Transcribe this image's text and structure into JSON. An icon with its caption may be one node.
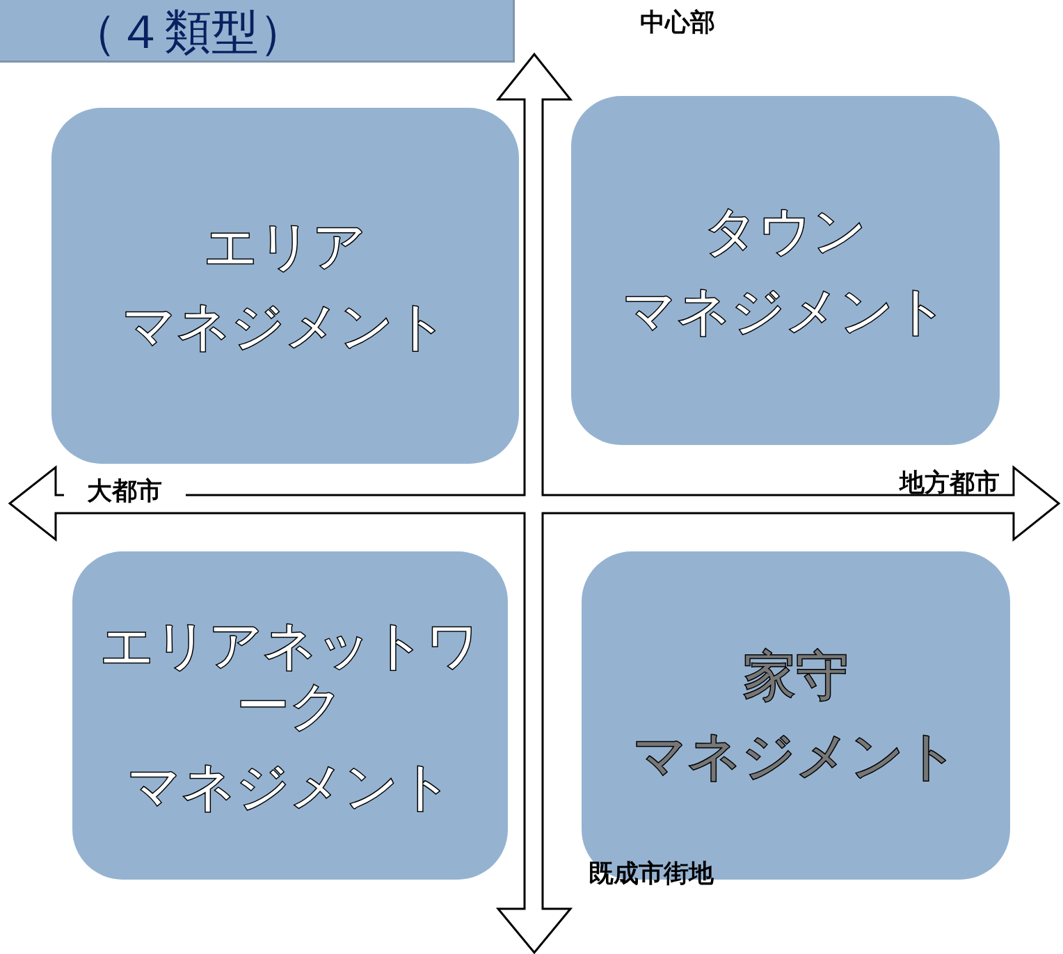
{
  "diagram": {
    "title": "（４類型）",
    "nodes": [
      {
        "text": [
          "エリア",
          "マネジメント"
        ]
      },
      {
        "text": [
          "タウン",
          "マネジメント"
        ]
      },
      {
        "text": [
          "エリアネットワーク",
          "マネジメント"
        ]
      },
      {
        "text": [
          "家守",
          "マネジメント"
        ]
      }
    ],
    "labels": [
      "中心部",
      "大都市",
      "地方都市",
      "既成市街地"
    ]
  }
}
